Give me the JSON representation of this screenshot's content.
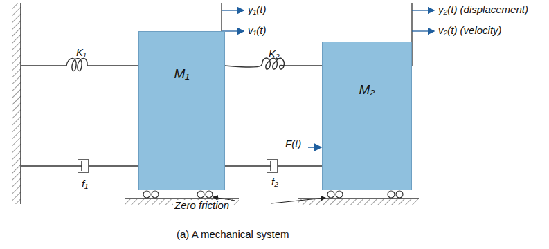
{
  "diagram": {
    "caption": "(a) A mechanical system",
    "nodes": [
      {
        "text": [
          "M₁"
        ]
      },
      {
        "text": [
          "M₂"
        ]
      }
    ],
    "edges": [
      {
        "from": 0,
        "to": 1,
        "arrow": "none",
        "label": "K₂"
      },
      {
        "from": 0,
        "to": 1,
        "arrow": "none",
        "label": "f₂"
      }
    ],
    "labels": [
      "y₁(t)",
      "v₁(t)",
      "y₂(t) (displacement)",
      "v₂(t) (velocity)",
      "K₁",
      "F(t)",
      "f₁",
      "Zero friction"
    ]
  }
}
